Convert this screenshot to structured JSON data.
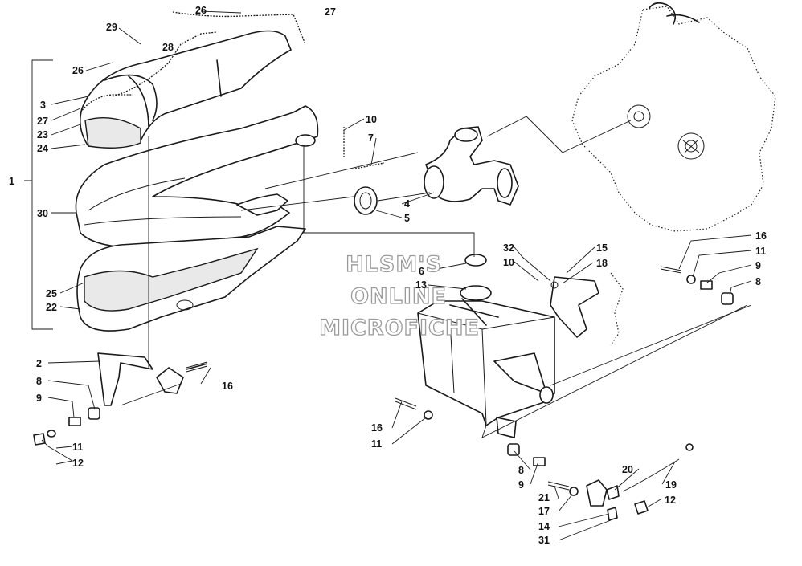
{
  "watermark": {
    "line1": "HLSM'S",
    "line2": "ONLINE",
    "line3": "MICROFICHE"
  },
  "callouts": {
    "c1": "1",
    "c2": "2",
    "c3": "3",
    "c4": "4",
    "c5": "5",
    "c6": "6",
    "c7": "7",
    "c8a": "8",
    "c8b": "8",
    "c8c": "8",
    "c9a": "9",
    "c9b": "9",
    "c9c": "9",
    "c10a": "10",
    "c10b": "10",
    "c11a": "11",
    "c11b": "11",
    "c11c": "11",
    "c12a": "12",
    "c12b": "12",
    "c13": "13",
    "c14": "14",
    "c15": "15",
    "c16a": "16",
    "c16b": "16",
    "c16c": "16",
    "c17": "17",
    "c18": "18",
    "c19": "19",
    "c20": "20",
    "c21": "21",
    "c22": "22",
    "c23": "23",
    "c24": "24",
    "c25": "25",
    "c26a": "26",
    "c26b": "26",
    "c27a": "27",
    "c27b": "27",
    "c28": "28",
    "c29": "29",
    "c30": "30",
    "c31": "31",
    "c32": "32"
  }
}
